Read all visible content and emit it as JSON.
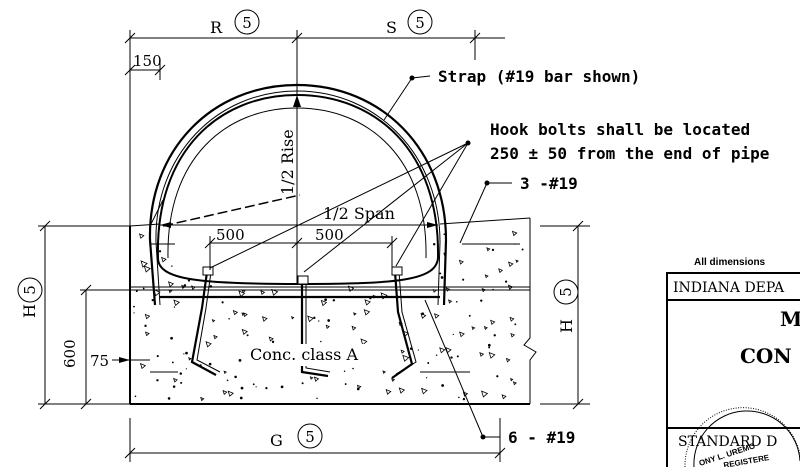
{
  "dimensions": {
    "r_label": "R",
    "s_label": "S",
    "g_label": "G",
    "h_label": "H",
    "circle_ref": "5",
    "d150": "150",
    "d500_left": "500",
    "d500_right": "500",
    "d600": "600",
    "d75": "75",
    "half_rise": "1/2 Rise",
    "half_span": "1/2 Span"
  },
  "callouts": {
    "strap": "Strap (#19 bar shown)",
    "hook_line1": "Hook bolts shall be located",
    "hook_line2": "250 ± 50 from the end of pipe",
    "bars_top": "3 -#19",
    "bars_bottom": "6 - #19",
    "concrete": "Conc. class A"
  },
  "title_block": {
    "note": "All dimensions",
    "agency": "INDIANA DEPA",
    "title1": "M",
    "title2": "CON",
    "standard": "STANDARD D",
    "seal_text": "ONY L. UREMO",
    "seal_sub": "REGISTERE"
  }
}
